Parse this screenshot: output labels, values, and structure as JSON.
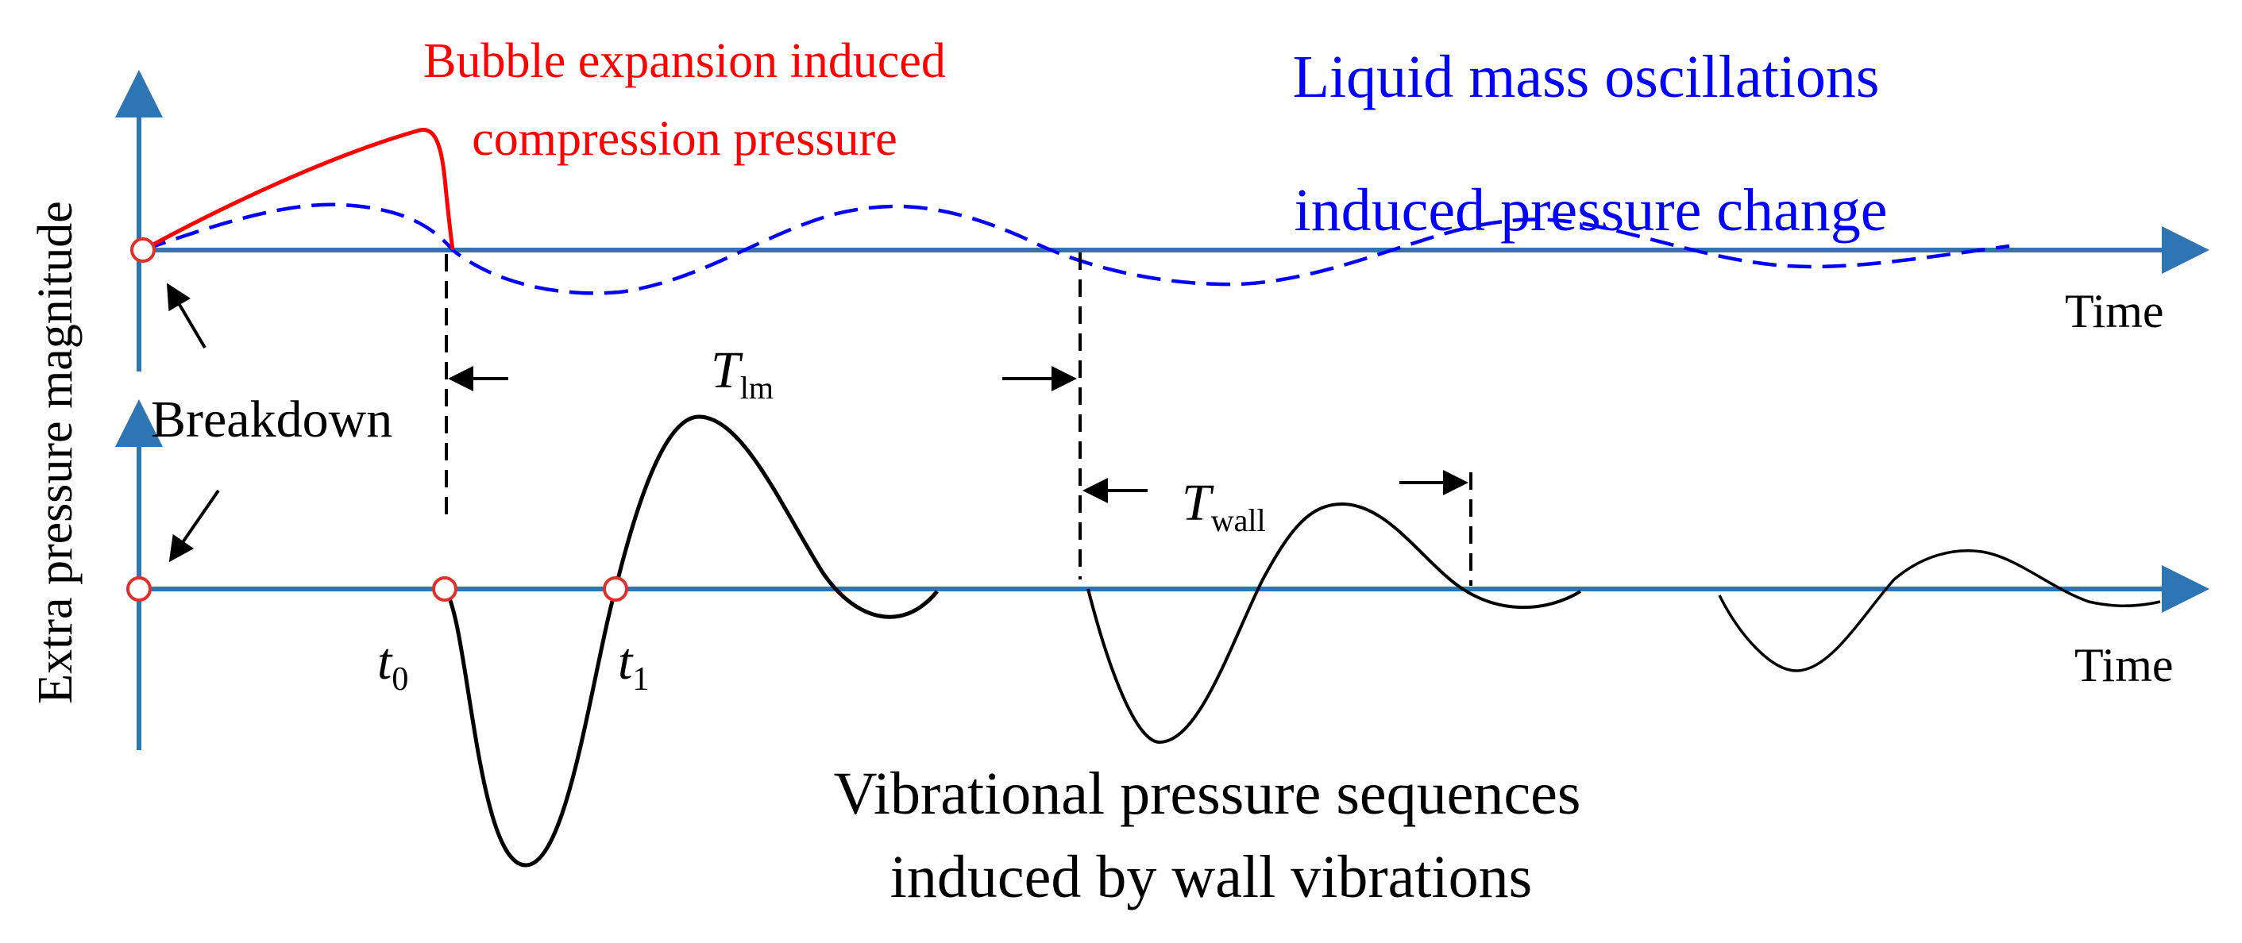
{
  "labels": {
    "y_axis": "Extra pressure magnitude",
    "bubble_line1": "Bubble expansion induced",
    "bubble_line2": "compression pressure",
    "liquid_line1": "Liquid mass oscillations",
    "liquid_line2": "induced pressure change",
    "time_top": "Time",
    "time_bottom": "Time",
    "breakdown": "Breakdown",
    "t_lm_main": "T",
    "t_lm_sub": "lm",
    "t_wall_main": "T",
    "t_wall_sub": "wall",
    "t0_main": "t",
    "t0_sub": "0",
    "t1_main": "t",
    "t1_sub": "1",
    "vib_line1": "Vibrational pressure sequences",
    "vib_line2": "induced by wall vibrations"
  },
  "colors": {
    "axis": "#2E75B6",
    "bubble": "#FF0000",
    "liquid": "#0000FF",
    "vibration": "#000000",
    "marker": "#E0302A"
  }
}
